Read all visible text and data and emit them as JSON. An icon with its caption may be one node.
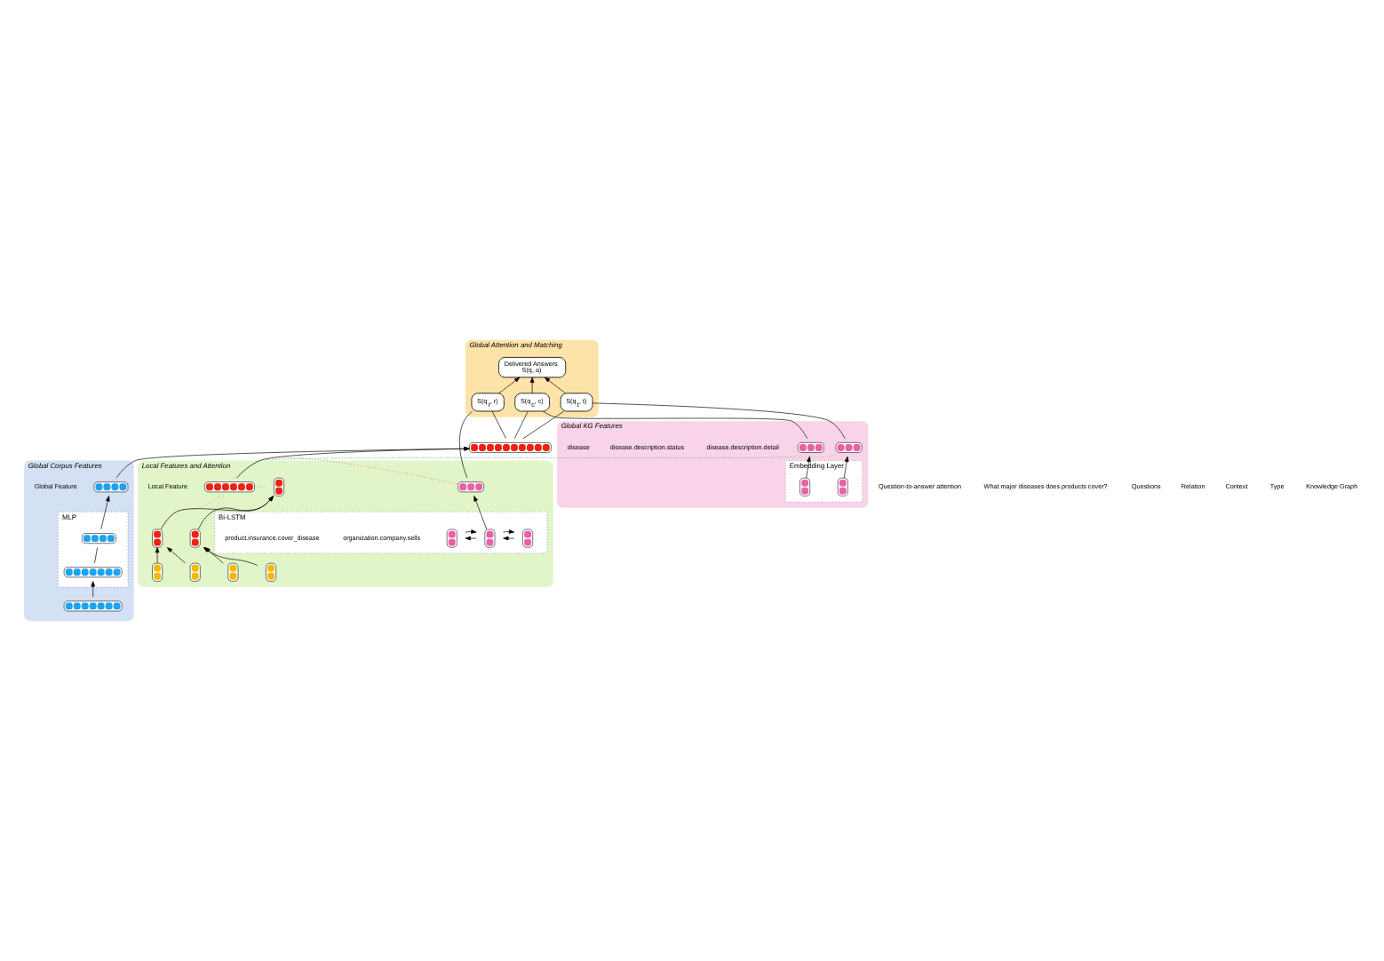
{
  "diagram": {
    "nodes": [
      {
        "text": [
          "Global Attention and Matching"
        ]
      },
      {
        "text": [
          "Delivered Answers",
          "S(q, a)"
        ],
        "in": 0
      },
      {
        "text": [
          "S(q$_{r}$, r)"
        ],
        "in": 0
      },
      {
        "text": [
          "S(q$_{c}$, c)"
        ],
        "in": 0
      },
      {
        "text": [
          "S(q$_{t}$, t)"
        ],
        "in": 0
      },
      {
        "text": [],
        "shape": "bar"
      },
      {
        "text": [
          "Global Corpus Features"
        ]
      },
      {
        "text": [],
        "shape": "bar",
        "in": 6
      },
      {
        "text": [
          "MLP"
        ],
        "in": 6
      },
      {
        "text": [],
        "shape": "bar",
        "in": 8
      },
      {
        "text": [],
        "shape": "bar",
        "in": 8
      },
      {
        "text": [],
        "shape": "bar",
        "in": 6
      },
      {
        "text": [
          "Local Features and Attention"
        ]
      },
      {
        "text": [],
        "shape": "bar",
        "in": 12
      },
      {
        "text": [],
        "shape": "bar",
        "in": 12
      },
      {
        "text": [],
        "shape": "bar",
        "in": 12
      },
      {
        "text": [],
        "shape": "bar",
        "in": 12
      },
      {
        "text": [],
        "shape": "bar",
        "in": 12
      },
      {
        "text": [],
        "shape": "bar",
        "in": 12
      },
      {
        "text": [],
        "shape": "bar",
        "in": 12
      },
      {
        "text": [],
        "shape": "bar",
        "in": 12
      },
      {
        "text": [],
        "shape": "bar",
        "in": 12
      },
      {
        "text": [
          "Bi-LSTM"
        ],
        "in": 12
      },
      {
        "text": [],
        "shape": "bar",
        "in": 22
      },
      {
        "text": [],
        "shape": "bar",
        "in": 22
      },
      {
        "text": [],
        "shape": "bar",
        "in": 22
      },
      {
        "text": [
          "Global KG Features"
        ]
      },
      {
        "text": [],
        "shape": "bar",
        "in": 26
      },
      {
        "text": [],
        "shape": "bar",
        "in": 26
      },
      {
        "text": [
          "Embedding Layer"
        ],
        "in": 26
      },
      {
        "text": [],
        "shape": "bar",
        "in": 29
      },
      {
        "text": [],
        "shape": "bar",
        "in": 29
      }
    ],
    "edges": [
      {
        "from": 2,
        "to": 1,
        "arrow": "to"
      },
      {
        "from": 3,
        "to": 1,
        "arrow": "to"
      },
      {
        "from": 4,
        "to": 1,
        "arrow": "to"
      },
      {
        "from": 5,
        "to": 2,
        "arrow": "none"
      },
      {
        "from": 5,
        "to": 3,
        "arrow": "none"
      },
      {
        "from": 5,
        "to": 4,
        "arrow": "none"
      },
      {
        "from": 21,
        "to": 2,
        "arrow": "none"
      },
      {
        "from": 27,
        "to": 3,
        "arrow": "none"
      },
      {
        "from": 28,
        "to": 4,
        "arrow": "none"
      },
      {
        "from": 7,
        "to": 5,
        "arrow": "to"
      },
      {
        "from": 13,
        "to": 5,
        "arrow": "to"
      },
      {
        "from": 10,
        "to": 9,
        "arrow": "none"
      },
      {
        "from": 11,
        "to": 10,
        "arrow": "to"
      },
      {
        "from": 9,
        "to": 7,
        "arrow": "to"
      },
      {
        "from": 17,
        "to": 15,
        "arrow": "to"
      },
      {
        "from": 18,
        "to": 15,
        "arrow": "to"
      },
      {
        "from": 19,
        "to": 16,
        "arrow": "to"
      },
      {
        "from": 20,
        "to": 16,
        "arrow": "to"
      },
      {
        "from": 15,
        "to": 14,
        "arrow": "to"
      },
      {
        "from": 16,
        "to": 14,
        "arrow": "to"
      },
      {
        "from": 14,
        "to": 13,
        "arrow": "none",
        "style": "dashed",
        "color": "#888888"
      },
      {
        "from": 15,
        "to": 13,
        "arrow": "none",
        "style": "dashed",
        "color": "#888888"
      },
      {
        "from": 16,
        "to": 13,
        "arrow": "none",
        "style": "dashed",
        "color": "#888888"
      },
      {
        "from": 13,
        "to": 21,
        "arrow": "none",
        "style": "dashed",
        "color": "#ee3322"
      },
      {
        "from": 13,
        "to": 27,
        "arrow": "none",
        "style": "dashed",
        "color": "#22aaee"
      },
      {
        "from": 13,
        "to": 28,
        "arrow": "none",
        "style": "dashed",
        "color": "#66aa44"
      },
      {
        "from": 24,
        "to": 23,
        "arrow": "to"
      },
      {
        "from": 23,
        "to": 24,
        "arrow": "to"
      },
      {
        "from": 25,
        "to": 24,
        "arrow": "to"
      },
      {
        "from": 24,
        "to": 25,
        "arrow": "to"
      },
      {
        "from": 24,
        "to": 21,
        "arrow": "to"
      },
      {
        "from": 30,
        "to": 27,
        "arrow": "to"
      },
      {
        "from": 31,
        "to": 28,
        "arrow": "to"
      }
    ],
    "labels": [
      "Question-to-answer attention",
      "Global Feature",
      "Local Feature",
      "organization.company.sells",
      "product.insurance.cover_disease",
      "disease.description.detail",
      "disease.description.status",
      "disease",
      "What major diseases does products cover?",
      "Questions",
      "Relation",
      "Context",
      "Type",
      "Knowledge Graph"
    ]
  }
}
